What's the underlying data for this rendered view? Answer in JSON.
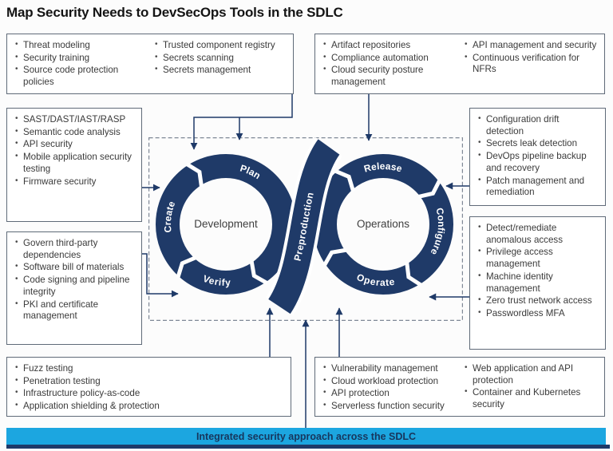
{
  "title": "Map Security Needs to DevSecOps Tools in the SDLC",
  "colors": {
    "navy": "#1f3a68",
    "cyan": "#1ca6e0",
    "box_border": "#5f6a78",
    "text": "#3a3a3a"
  },
  "boxes": {
    "top_left": {
      "col1": [
        "Threat modeling",
        "Security training",
        "Source code protection policies"
      ],
      "col2": [
        "Trusted component registry",
        "Secrets scanning",
        "Secrets management"
      ]
    },
    "top_right": {
      "col1": [
        "Artifact repositories",
        "Compliance automation",
        "Cloud security posture management"
      ],
      "col2": [
        "API management and security",
        "Continuous verification for NFRs"
      ]
    },
    "left_upper": {
      "col1": [
        "SAST/DAST/IAST/RASP",
        "Semantic code analysis",
        "API security",
        "Mobile application security testing",
        "Firmware security"
      ]
    },
    "left_lower": {
      "col1": [
        "Govern third-party dependencies",
        "Software bill of materials",
        "Code signing and pipeline integrity",
        "PKI and certificate management"
      ]
    },
    "right_upper": {
      "col1": [
        "Configuration drift detection",
        "Secrets leak detection",
        "DevOps pipeline backup and recovery",
        "Patch management and remediation"
      ]
    },
    "right_lower": {
      "col1": [
        "Detect/remediate anomalous access",
        "Privilege access management",
        "Machine identity management",
        "Zero trust network access",
        "Passwordless MFA"
      ]
    },
    "bottom_left": {
      "col1": [
        "Fuzz testing",
        "Penetration testing",
        "Infrastructure policy-as-code",
        "Application shielding & protection"
      ]
    },
    "bottom_right": {
      "col1": [
        "Vulnerability management",
        "Cloud workload protection",
        "API protection",
        "Serverless function security"
      ],
      "col2": [
        "Web application and API protection",
        "Container and Kubernetes security"
      ]
    }
  },
  "loop": {
    "development_label": "Development",
    "operations_label": "Operations",
    "segments": {
      "create": "Create",
      "plan": "Plan",
      "verify": "Verify",
      "release": "Release",
      "configure": "Configure",
      "operate": "Operate",
      "preproduction": "Preproduction"
    }
  },
  "banner": {
    "text": "Integrated security approach across the SDLC"
  }
}
